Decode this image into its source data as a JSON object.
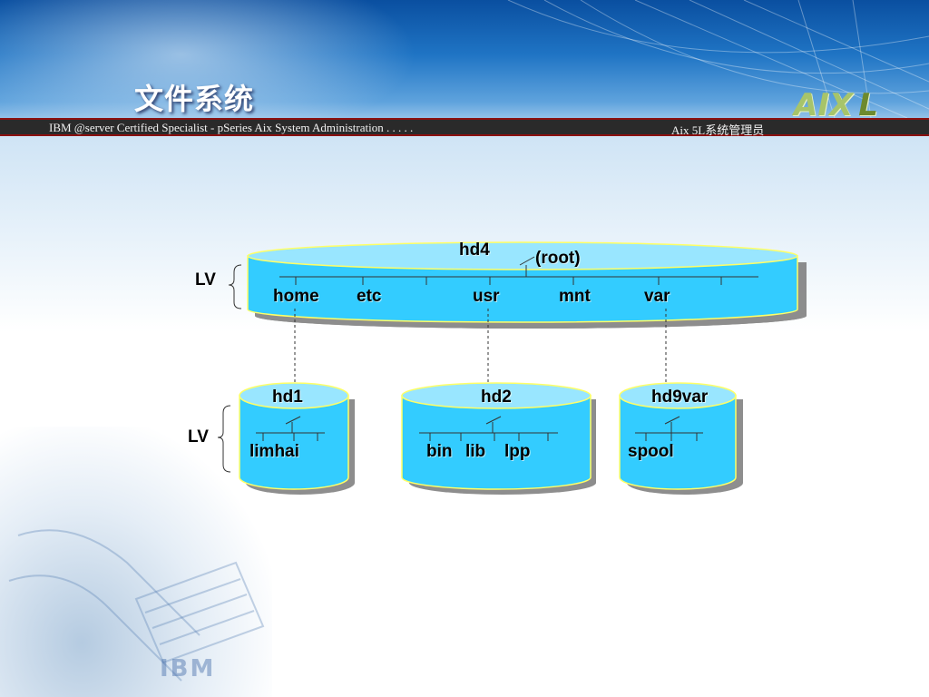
{
  "slide": {
    "title": "文件系统",
    "logo_text": "AIX",
    "logo_suffix": "L",
    "banner_left": "IBM @server Certified Specialist - pSeries Aix System Administration . . . . .",
    "banner_right": "Aix 5L系统管理员",
    "watermark": "IBM"
  },
  "diagram": {
    "top_lv_label": "LV",
    "bottom_lv_label": "LV",
    "top_volume": {
      "name": "hd4",
      "mount": "(root)",
      "dirs": [
        "home",
        "etc",
        "usr",
        "mnt",
        "var"
      ]
    },
    "volumes": [
      {
        "name": "hd1",
        "dirs": [
          "limhai"
        ]
      },
      {
        "name": "hd2",
        "dirs": [
          "bin",
          "lib",
          "lpp"
        ]
      },
      {
        "name": "hd9var",
        "dirs": [
          "spool"
        ]
      }
    ],
    "colors": {
      "cylinder_body": "#33ccff",
      "cylinder_top": "#99e6ff",
      "cylinder_edge": "#ffff66",
      "shadow": "#777777"
    }
  }
}
